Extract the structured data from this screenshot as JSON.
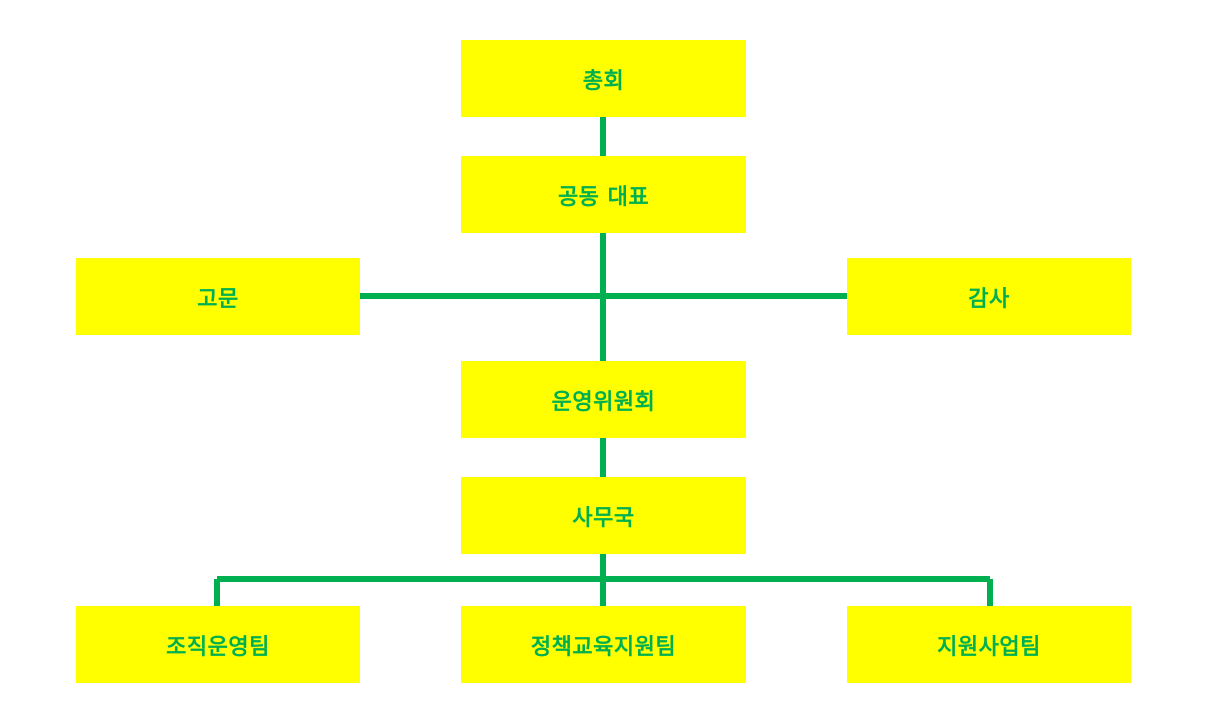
{
  "org_chart": {
    "line_color": "#00b050",
    "box_color": "#ffff00",
    "text_color": "#00b050",
    "nodes": {
      "general_assembly": "총회",
      "co_representatives": "공동 대표",
      "advisor": "고문",
      "auditor": "감사",
      "steering_committee": "운영위원회",
      "secretariat": "사무국",
      "team_organization": "조직운영팀",
      "team_policy_education": "정책교육지원팀",
      "team_support_projects": "지원사업팀"
    }
  }
}
